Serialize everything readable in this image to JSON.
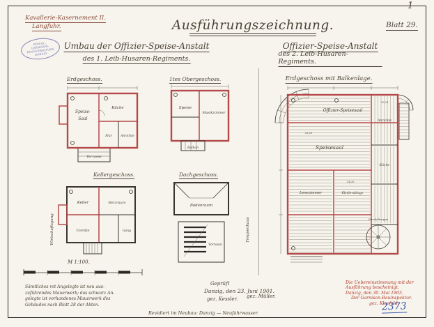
{
  "page": {
    "corner_mark": "1",
    "sheet_label": "Blatt 29.",
    "archive_number": "2373"
  },
  "header": {
    "project_line1": "Kavallerie-Kasernement II.",
    "project_line2": "Langfuhr.",
    "main_title": "Ausführungszeichnung.",
    "left_title": "Umbau der Offizier-Speise-Anstalt",
    "left_subtitle": "des 1. Leib-Husaren-Regiments.",
    "right_title": "Offizier-Speise-Anstalt",
    "right_subtitle": "des 2. Leib-Husaren-Regiments.",
    "stamp": {
      "line1": "KÖNIGL.",
      "line2": "GARNISON-BAUVERWALTUNG",
      "line3": "DANZIG"
    }
  },
  "plans": {
    "erdgeschoss": {
      "label": "Erdgeschoss.",
      "rooms": [
        "Speise-",
        "Saal",
        "Küche",
        "Anrichte",
        "Flur",
        "Terrasse"
      ]
    },
    "obergeschoss": {
      "label": "1tes Obergeschoss.",
      "rooms": [
        "Speise",
        "Musikzimmer",
        "Balkon"
      ]
    },
    "kellergeschoss": {
      "label": "Kellergeschoss.",
      "side_label": "Wirtschaftsgang",
      "rooms": [
        "Keller",
        "Heizraum",
        "Vorräte",
        "Gang"
      ]
    },
    "dachgeschoss": {
      "label": "Dachgeschoss.",
      "side_label": "Treppenhaus",
      "rooms": [
        "Bodenraum",
        "Vorraum"
      ]
    },
    "balkenlage": {
      "label": "Erdgeschoss mit Balkenlage.",
      "rooms": [
        "Offizier-Speisesaal",
        "Speisesaal",
        "Anrichte",
        "Küche",
        "Lesezimmer",
        "Kleiderablage",
        "Wendeltreppe"
      ],
      "beam_notes": [
        "26/28",
        "24/26",
        "20/24"
      ]
    }
  },
  "scale": {
    "label": "M 1:100."
  },
  "footer": {
    "notes": [
      "Sämtliches rot Angelegte ist neu aus-",
      "zuführendes Mauerwerk; das schwarz An-",
      "gelegte ist vorhandenes Mauerwerk des",
      "Gebäudes nach Blatt 28 der Akten."
    ],
    "approval_label": "Geprüft",
    "place_date": "Danzig, den 23. Juni 1901.",
    "signature1": "gez. Kessler.",
    "signature2": "gez. Müller.",
    "revision_line": "Revidiert im Neubau: Danzig — Neufahrwasser.",
    "certification": [
      "Die Uebereinstimmung mit der",
      "Ausführung bescheinigt.",
      "Danzig, den 30. Mai 1903.",
      "Der Garnison-Bauinspektor.",
      "gez. Kleefeld."
    ]
  }
}
